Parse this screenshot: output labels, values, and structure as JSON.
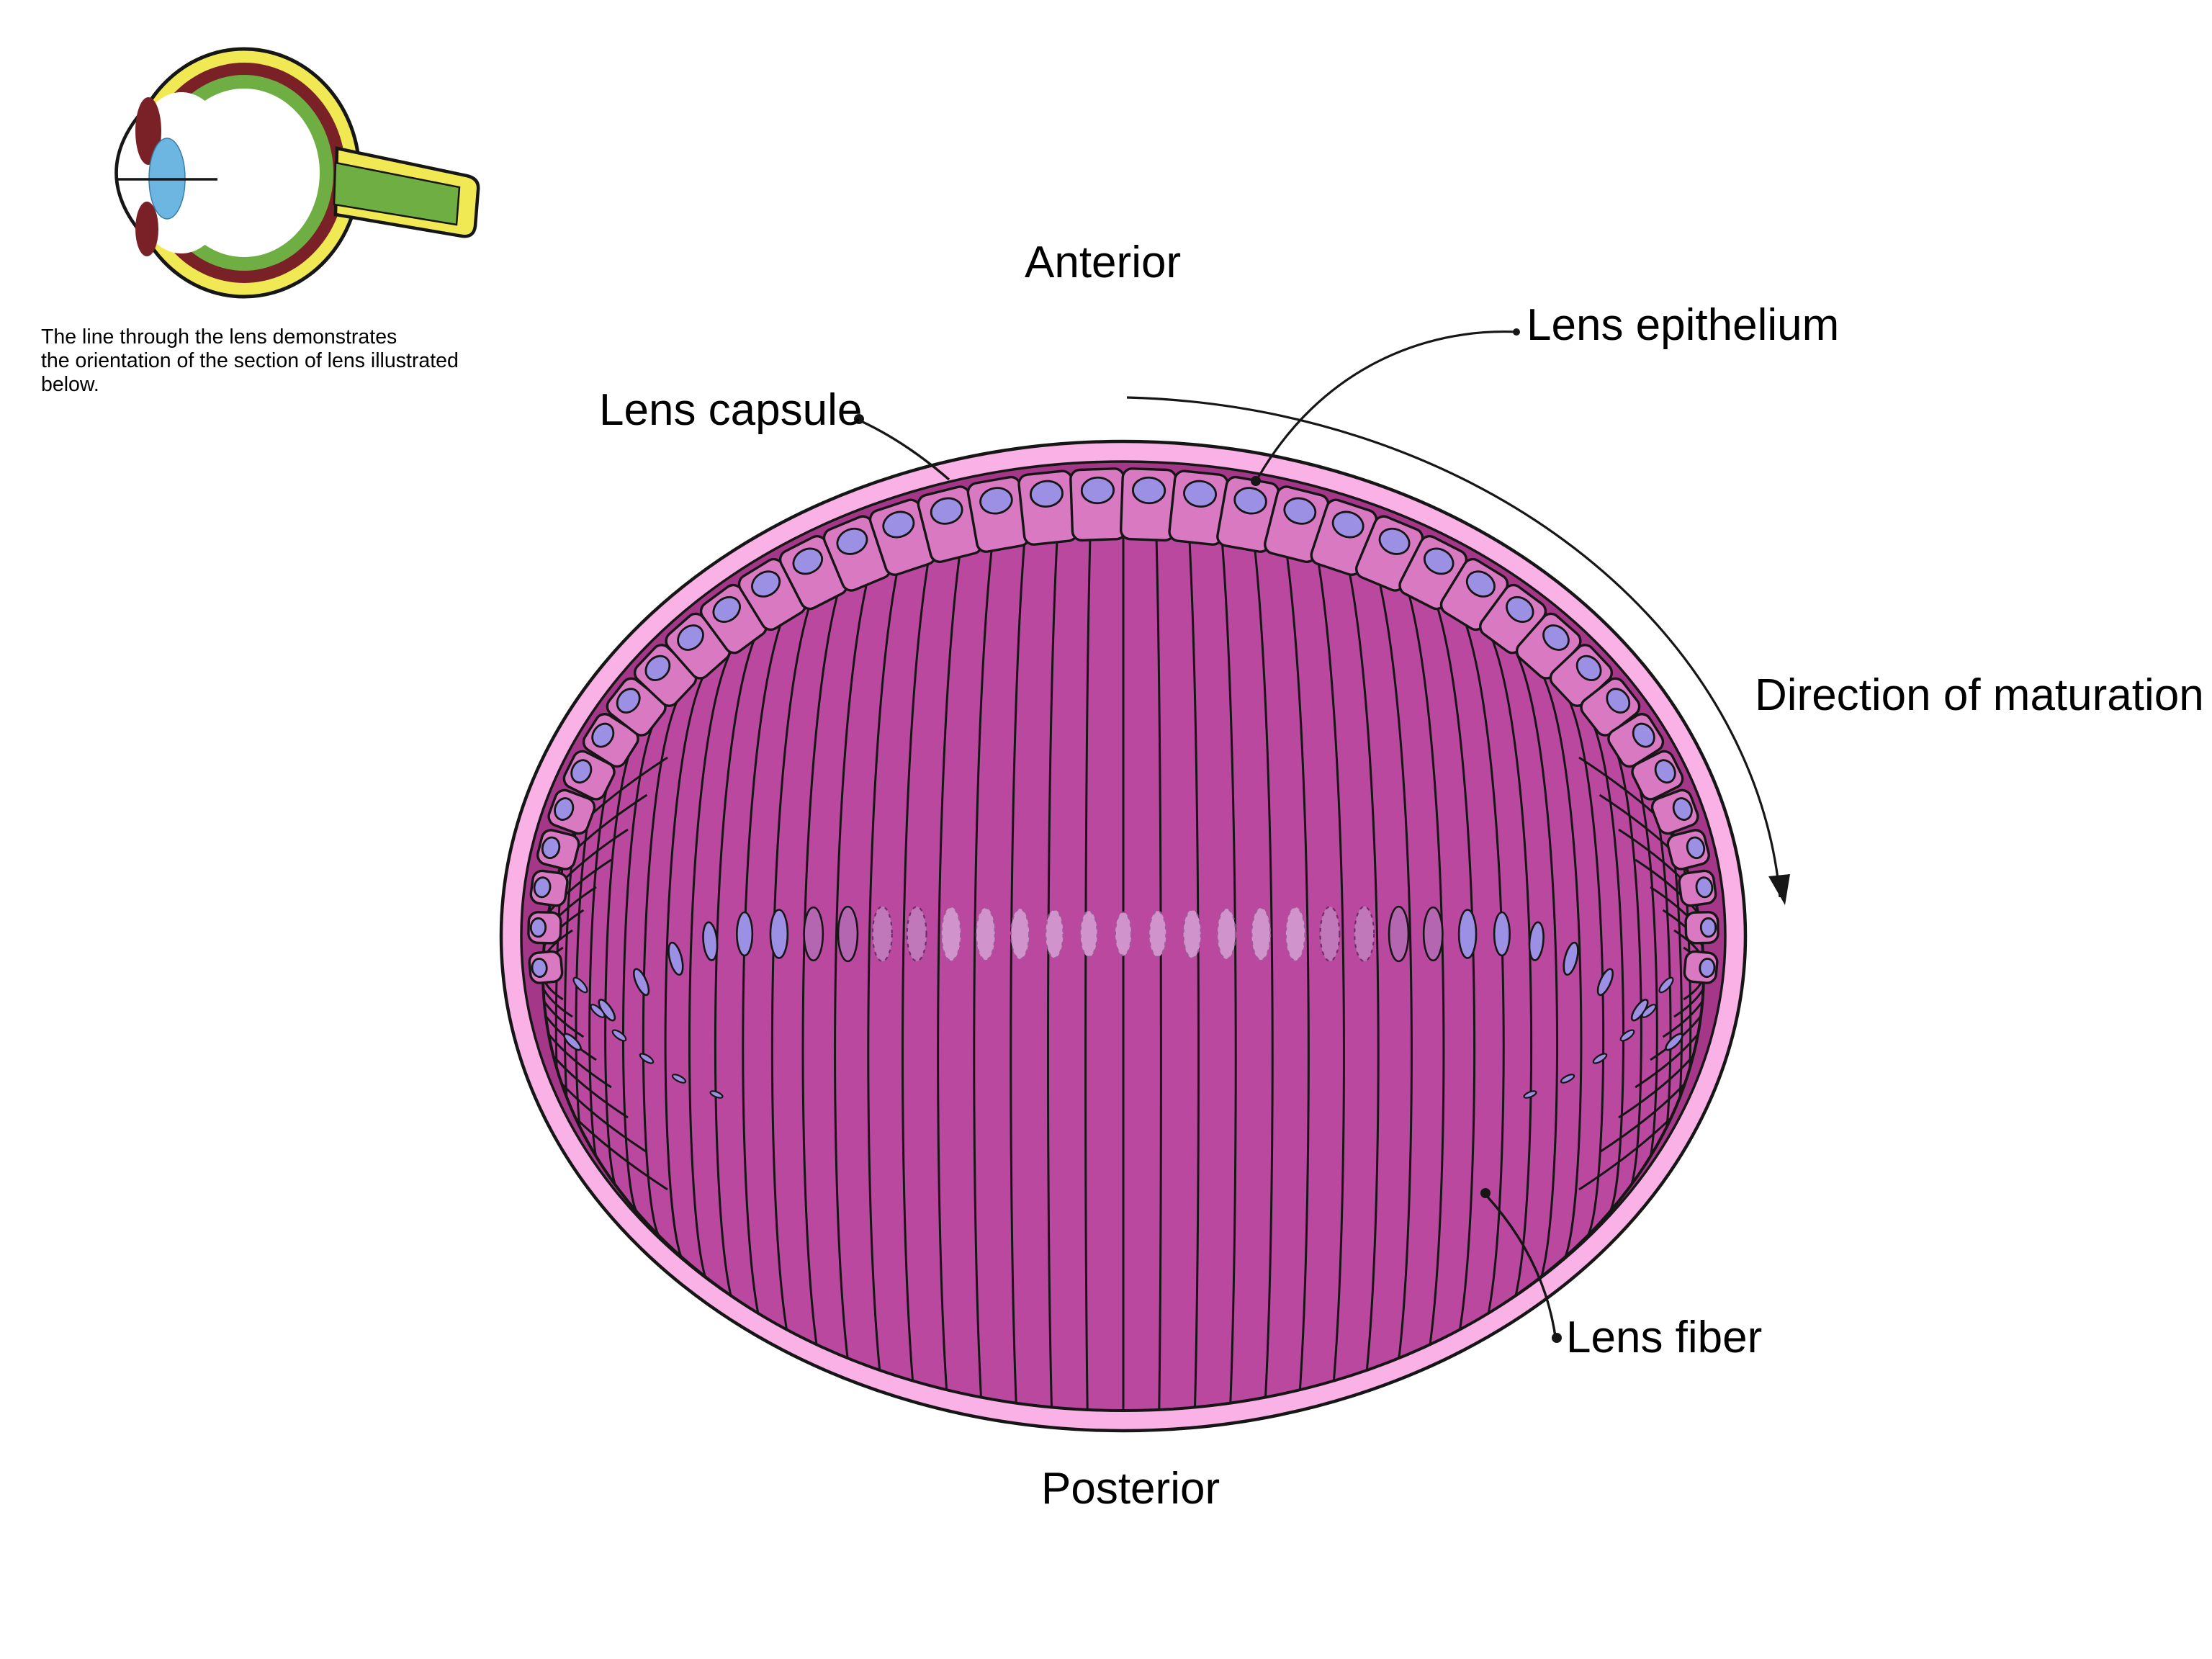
{
  "labels": {
    "anterior": "Anterior",
    "posterior": "Posterior",
    "lens_capsule": "Lens capsule",
    "lens_epithelium": "Lens epithelium",
    "lens_fiber": "Lens fiber",
    "direction_of_maturation": "Direction of maturation"
  },
  "inset": {
    "caption_line1": "The line through the lens demonstrates",
    "caption_line2": "the orientation of the section of lens illustrated",
    "caption_line3": "below."
  },
  "colors": {
    "outline": "#161616",
    "capsule": "#f9b1e6",
    "interior_band": "#a53789",
    "fiber": "#bb489f",
    "epithelium_cell": "#d979c2",
    "nucleus_bright": "#9b90e3",
    "nucleus_solid_mid": "#b566b0",
    "nucleus_fading": "#c078ba",
    "nucleus_faded": "#d193cb",
    "inset_sclera": "#f1e954",
    "inset_choroid": "#7a2027",
    "inset_retina": "#6fae43",
    "inset_lens": "#6db6e2"
  }
}
